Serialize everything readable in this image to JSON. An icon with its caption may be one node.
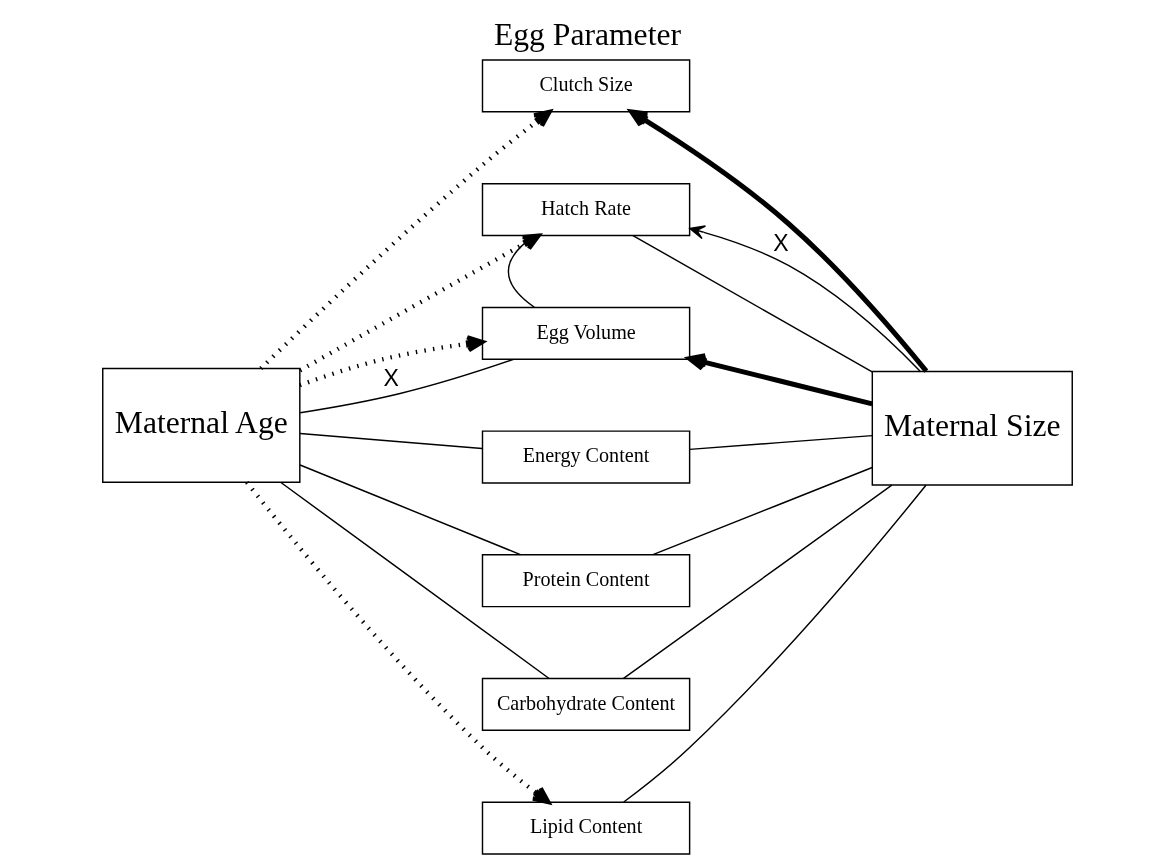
{
  "diagram": {
    "title": "Egg Parameter",
    "nodes": [
      {
        "text": [
          "Clutch Size"
        ]
      },
      {
        "text": [
          "Hatch Rate"
        ]
      },
      {
        "text": [
          "Egg Volume"
        ]
      },
      {
        "text": [
          "Maternal Age"
        ]
      },
      {
        "text": [
          "Energy Content"
        ]
      },
      {
        "text": [
          "Maternal Size"
        ]
      },
      {
        "text": [
          "Protein Content"
        ]
      },
      {
        "text": [
          "Carbohydrate Content"
        ]
      },
      {
        "text": [
          "Lipid Content"
        ]
      }
    ],
    "edges": [
      {
        "from": 3,
        "to": 0,
        "arrow": "to",
        "style": "dashed"
      },
      {
        "from": 3,
        "to": 1,
        "arrow": "to",
        "style": "dashed"
      },
      {
        "from": 3,
        "to": 2,
        "arrow": "to",
        "style": "dashed"
      },
      {
        "from": 3,
        "to": 4,
        "arrow": "none"
      },
      {
        "from": 3,
        "to": 6,
        "arrow": "none"
      },
      {
        "from": 3,
        "to": 7,
        "arrow": "none"
      },
      {
        "from": 3,
        "to": 8,
        "arrow": "to",
        "style": "dashed"
      },
      {
        "from": 3,
        "to": 2,
        "arrow": "none",
        "label": "X"
      },
      {
        "from": 2,
        "to": 1,
        "arrow": "none"
      },
      {
        "from": 5,
        "to": 1,
        "arrow": "to",
        "label": "X"
      },
      {
        "from": 5,
        "to": 0,
        "arrow": "to",
        "style": "thick"
      },
      {
        "from": 5,
        "to": 1,
        "arrow": "none"
      },
      {
        "from": 5,
        "to": 2,
        "arrow": "to",
        "style": "thick"
      },
      {
        "from": 5,
        "to": 4,
        "arrow": "none"
      },
      {
        "from": 5,
        "to": 6,
        "arrow": "none"
      },
      {
        "from": 5,
        "to": 7,
        "arrow": "none"
      },
      {
        "from": 5,
        "to": 8,
        "arrow": "none"
      }
    ]
  }
}
